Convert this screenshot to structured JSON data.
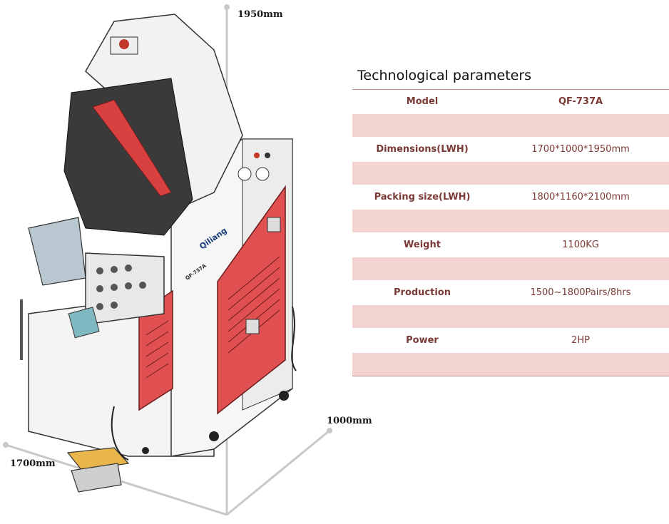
{
  "dimensions": {
    "height": "1950mm",
    "width": "1000mm",
    "length": "1700mm"
  },
  "logo_text": "Qiliang",
  "nameplate_text": "QF-737A",
  "table": {
    "title": "Technological parameters",
    "rows": [
      {
        "name": "Model",
        "value": "QF-737A"
      },
      {
        "name": "",
        "value": ""
      },
      {
        "name": "Dimensions(LWH)",
        "value": "1700*1000*1950mm"
      },
      {
        "name": "",
        "value": ""
      },
      {
        "name": "Packing size(LWH)",
        "value": "1800*1160*2100mm"
      },
      {
        "name": "",
        "value": ""
      },
      {
        "name": "Weight",
        "value": "1100KG"
      },
      {
        "name": "",
        "value": ""
      },
      {
        "name": "Production",
        "value": "1500~1800Pairs/8hrs"
      },
      {
        "name": "",
        "value": ""
      },
      {
        "name": "Power",
        "value": "2HP"
      },
      {
        "name": "",
        "value": ""
      }
    ]
  },
  "colors": {
    "row_alt": "#f3d4d0",
    "text": "#7a3a36",
    "panel_red": "#e05050",
    "line_gray": "#c8c8c8"
  }
}
